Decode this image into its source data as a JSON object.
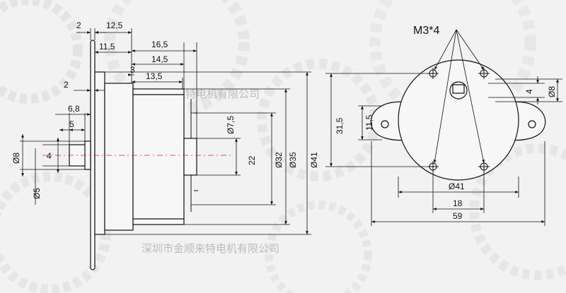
{
  "watermark": {
    "company": "深圳市金顺来特电机有限公司",
    "company_partial": "深圳市金顺来特电机有限公司"
  },
  "side_view": {
    "dims": {
      "flange_thickness": "2",
      "housing_offset": "12,5",
      "length_a": "11,5",
      "length_b": "16,5",
      "length_c": "14,5",
      "step_c": "3",
      "length_d": "13,5",
      "shoulder": "2",
      "shaft_len": "6,8",
      "shaft_d": "5",
      "shaft_flat_dia": "Ø8",
      "flat_height": "4",
      "shaft_dia": "Ø5",
      "boss_dia": "Ø7,5",
      "height_22": "22",
      "dia_32": "Ø32",
      "dia_35": "Ø35",
      "dia_41": "Ø41"
    }
  },
  "front_view": {
    "screw_label": "M3*4",
    "dims": {
      "height_31_5": "31,5",
      "height_11_5": "11,5",
      "flat_4": "4",
      "dia_8": "Ø8",
      "dia_41": "Ø41",
      "hole_spacing": "18",
      "overall_width": "59"
    }
  }
}
